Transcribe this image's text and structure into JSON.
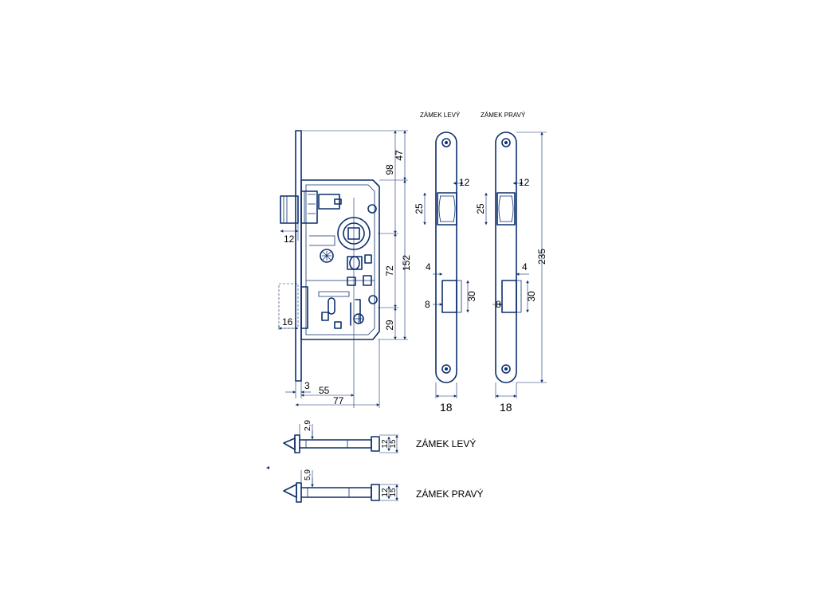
{
  "labels": {
    "zamek_levy_top": "ZÁMEK LEVÝ",
    "zamek_pravy_top": "ZÁMEK PRAVÝ",
    "zamek_levy_bottom": "ZÁMEK LEVÝ",
    "zamek_pravy_bottom": "ZÁMEK PRAVÝ"
  },
  "dims": {
    "d98": "98",
    "d47": "47",
    "d152": "152",
    "d72": "72",
    "d29": "29",
    "d12_latch": "12",
    "d16": "16",
    "d3": "3",
    "d55": "55",
    "d77": "77",
    "d12_l": "12",
    "d25_l": "25",
    "d4_l": "4",
    "d8_l": "8",
    "d30_l": "30",
    "d18_l": "18",
    "d12_r": "12",
    "d25_r": "25",
    "d4_r": "4",
    "d8_r": "8",
    "d30_r": "30",
    "d235": "235",
    "d18_r": "18",
    "d29_latch": "2,9",
    "d12_b1": "12",
    "d15_b1": "15",
    "d59_latch": "5,9",
    "d12_b2": "12",
    "d15_b2": "15"
  },
  "colors": {
    "line": "#0d2f6e",
    "background": "#ffffff"
  }
}
